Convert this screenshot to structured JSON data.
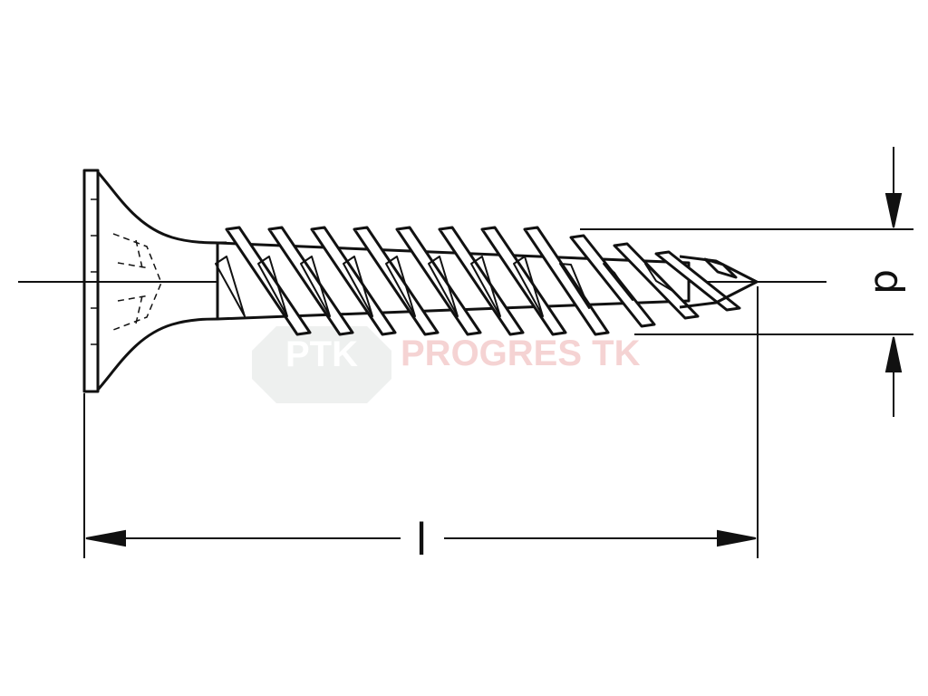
{
  "dimensions": {
    "length_label": "l",
    "diameter_label": "d"
  },
  "watermark": {
    "logo_text": "PTK",
    "brand_text": "PROGRES TK",
    "logo_color": "#e9ecea",
    "brand_color": "#f6d6d6"
  },
  "colors": {
    "line": "#111111",
    "background": "#ffffff"
  }
}
